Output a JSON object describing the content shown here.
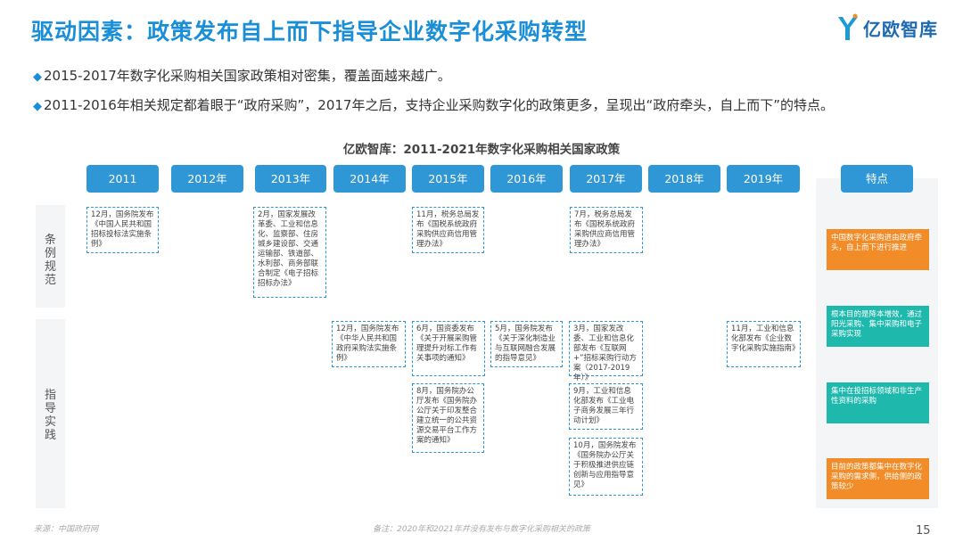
{
  "title": "驱动因素：政策发布自上而下指导企业数字化采购转型",
  "logo": {
    "text": "亿欧智库",
    "icon": "yiou-logo-icon"
  },
  "bullets": [
    {
      "marker": "◆",
      "text": "2015-2017年数字化采购相关国家政策相对密集，覆盖面越来越广。"
    },
    {
      "marker": "◆",
      "text": "2011-2016年相关规定都着眼于“政府采购”，2017年之后，支持企业采购数字化的政策更多，呈现出“政府牵头，自上而下”的特点。"
    }
  ],
  "chart_title": "亿欧智库：2011-2021年数字化采购相关国家政策",
  "years": [
    "2011",
    "2012年",
    "2013年",
    "2014年",
    "2015年",
    "2016年",
    "2017年",
    "2018年",
    "2019年",
    "特点"
  ],
  "rows": [
    {
      "label": "条例规范"
    },
    {
      "label": "指导实践"
    }
  ],
  "cards": {
    "r1_2011": "12月，国务院发布《中国人民共和国招标投标法实施条例》",
    "r1_2013": "2月，国家发展改革委、工业和信息化、监察部、住房城乡建设部、交通运输部、铁道部、水利部、商务部联合制定《电子招标招标办法》",
    "r1_2015": "11月，税务总局发布《国税系统政府采购供应商信用管理办法》",
    "r1_2017": "7月，税务总局发布《国税系统政府采购供应商信用管理办法》",
    "r2_2014": "12月，国务院发布《中华人民共和国政府采购法实施条例》",
    "r2_2015a": "6月，国资委发布《关于开展采购管理提升对标工作有关事项的通知》",
    "r2_2016": "5月，国务院发布《关于深化制造业与互联网融合发展的指导意见》",
    "r2_2017a": "3月，国家发改委、工业和信息化部发布《互联网+”招标采购行动方案（2017-2019年）》",
    "r2_2019": "11月，工业和信息化部发布《企业数字化采购实施指南》",
    "r2_2015b": "8月，国务院办公厅发布《国务院办公厅关于印发整合建立统一的公共资源交易平台工作方案的通知》",
    "r2_2017b": "9月，工业和信息化部发布《工业电子商务发展三年行动计划》",
    "r2_2017c": "10月，国务院发布《国务院办公厅关于积极推进供应链创新与应用指导意见》"
  },
  "features": [
    {
      "text": "中国数字化采购进由政府牵头，自上而下进行推进",
      "color": "#f28c28"
    },
    {
      "text": "根本目的是降本增效，通过阳光采购、集中采购和电子采购实现",
      "color": "#1fb8ad"
    },
    {
      "text": "集中在投招标领域和非生产性资料的采购",
      "color": "#1fb8ad"
    },
    {
      "text": "目前的政策都集中在数字化采购的需求侧，供给侧的政策较少",
      "color": "#f28c28"
    }
  ],
  "footer": {
    "source": "来源：中国政府网",
    "note": "备注：2020年和2021年并没有发布与数字化采购相关的政策",
    "page": "15"
  },
  "colors": {
    "accent": "#1a8fd8",
    "year_pill": "#2f97d5",
    "orange": "#f28c28",
    "teal": "#1fb8ad"
  }
}
